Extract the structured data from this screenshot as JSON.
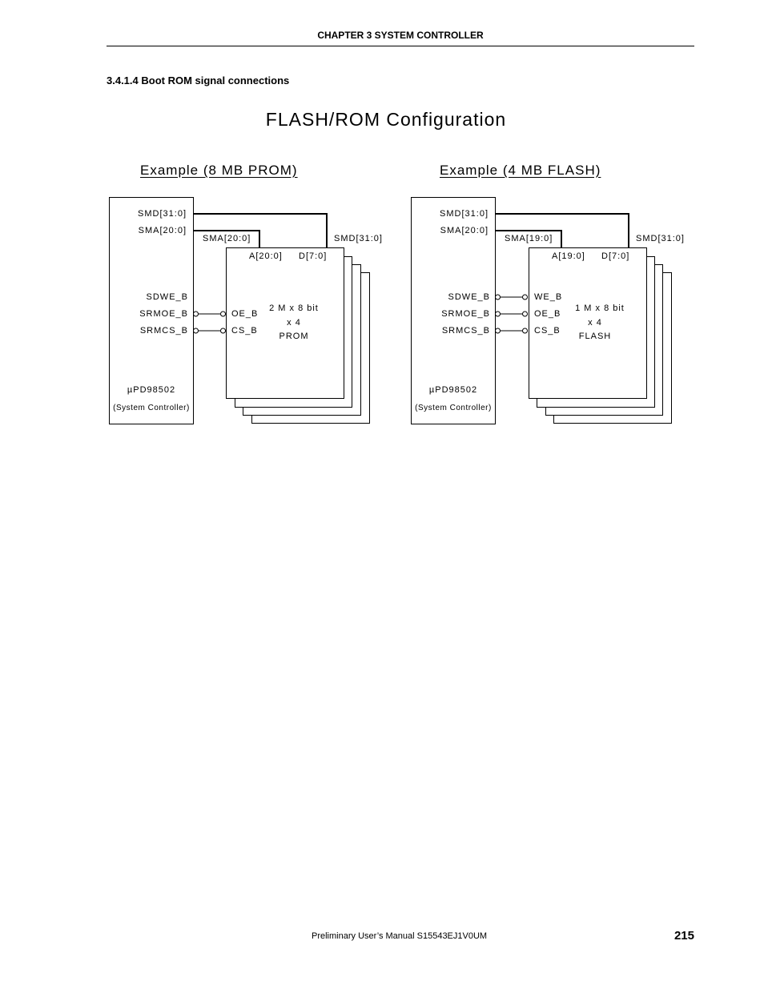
{
  "header": {
    "chapter": "CHAPTER  3   SYSTEM CONTROLLER"
  },
  "section": {
    "title": "3.4.1.4  Boot ROM signal connections"
  },
  "figure": {
    "title": "FLASH/ROM Configuration",
    "left": {
      "title": "Example (8 MB PROM)",
      "ctrl": {
        "smd": "SMD[31:0]",
        "sma": "SMA[20:0]",
        "sdwe": "SDWE_B",
        "srmoe": "SRMOE_B",
        "srmcs": "SRMCS_B",
        "name": "µPD98502",
        "sub": "(System Controller)"
      },
      "bus_sma": "SMA[20:0]",
      "bus_smd": "SMD[31:0]",
      "mem": {
        "addr": "A[20:0]",
        "data": "D[7:0]",
        "oe": "OE_B",
        "cs": "CS_B",
        "line1": "2 M x 8 bit",
        "line2": "x 4",
        "line3": "PROM"
      }
    },
    "right": {
      "title": "Example (4 MB FLASH)",
      "ctrl": {
        "smd": "SMD[31:0]",
        "sma": "SMA[20:0]",
        "sdwe": "SDWE_B",
        "srmoe": "SRMOE_B",
        "srmcs": "SRMCS_B",
        "name": "µPD98502",
        "sub": "(System Controller)"
      },
      "bus_sma": "SMA[19:0]",
      "bus_smd": "SMD[31:0]",
      "mem": {
        "addr": "A[19:0]",
        "data": "D[7:0]",
        "we": "WE_B",
        "oe": "OE_B",
        "cs": "CS_B",
        "line1": "1 M x 8 bit",
        "line2": "x 4",
        "line3": "FLASH"
      }
    }
  },
  "footer": {
    "manual": "Preliminary User’s Manual  S15543EJ1V0UM",
    "page": "215"
  }
}
